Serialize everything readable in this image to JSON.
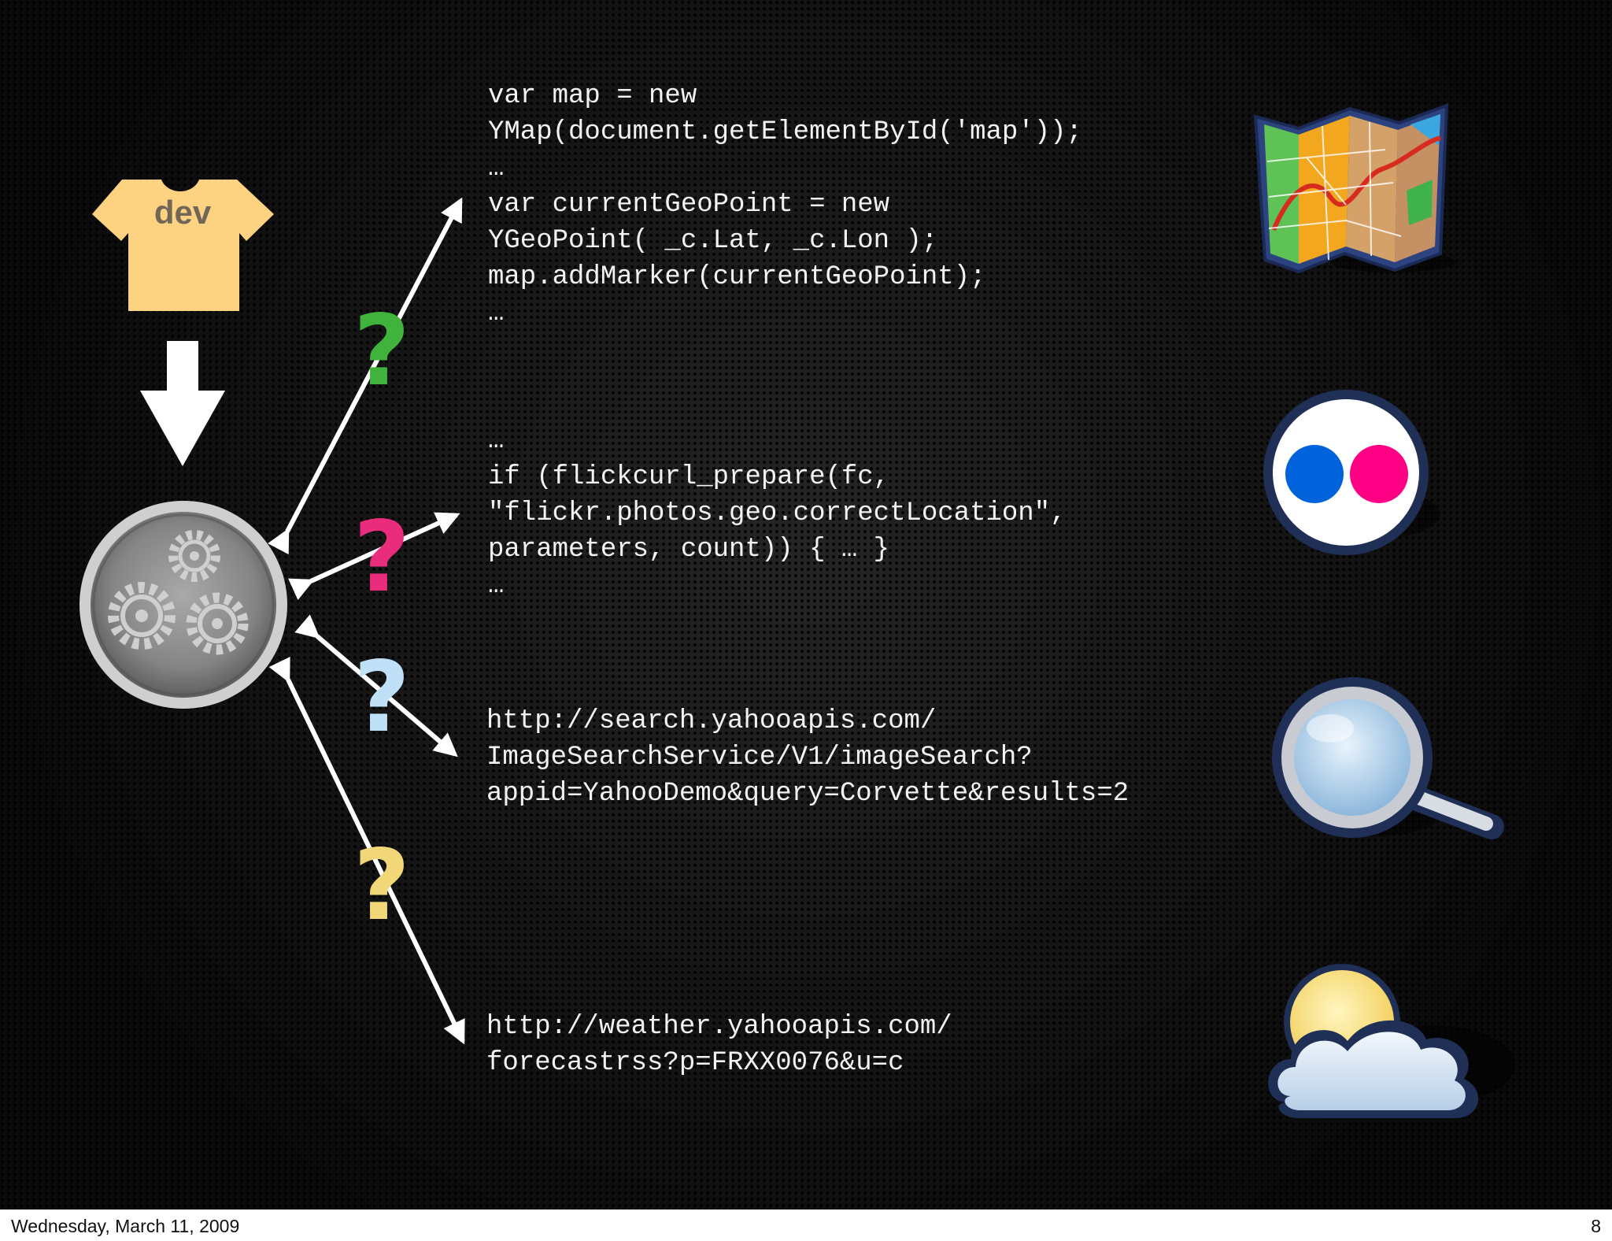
{
  "slide": {
    "developer_label": "dev",
    "question_marks": [
      "?",
      "?",
      "?",
      "?"
    ],
    "question_colors": [
      "#3fb33c",
      "#ea2c7d",
      "#bfe0f6",
      "#f2d778"
    ],
    "code_blocks": [
      {
        "service": "maps",
        "icon": "folded-map-icon",
        "lines": [
          "var map = new",
          "YMap(document.getElementById('map'));",
          "…",
          "var currentGeoPoint = new",
          "YGeoPoint( _c.Lat, _c.Lon );",
          "map.addMarker(currentGeoPoint);",
          "…"
        ]
      },
      {
        "service": "flickr",
        "icon": "flickr-logo-icon",
        "lines": [
          "…",
          "if (flickcurl_prepare(fc,",
          "\"flickr.photos.geo.correctLocation\",",
          "parameters, count)) { … }",
          "…"
        ]
      },
      {
        "service": "search",
        "icon": "magnifying-glass-icon",
        "lines": [
          "http://search.yahooapis.com/",
          "ImageSearchService/V1/imageSearch?",
          "appid=YahooDemo&query=Corvette&results=2"
        ]
      },
      {
        "service": "weather",
        "icon": "sun-cloud-weather-icon",
        "lines": [
          "http://weather.yahooapis.com/",
          "forecastrss?p=FRXX0076&u=c"
        ]
      }
    ],
    "colors": {
      "shirt": "#fdd281",
      "flickr_blue": "#0063dc",
      "flickr_pink": "#ff0084"
    }
  },
  "footer": {
    "date": "Wednesday, March 11, 2009",
    "page_number": "8"
  }
}
